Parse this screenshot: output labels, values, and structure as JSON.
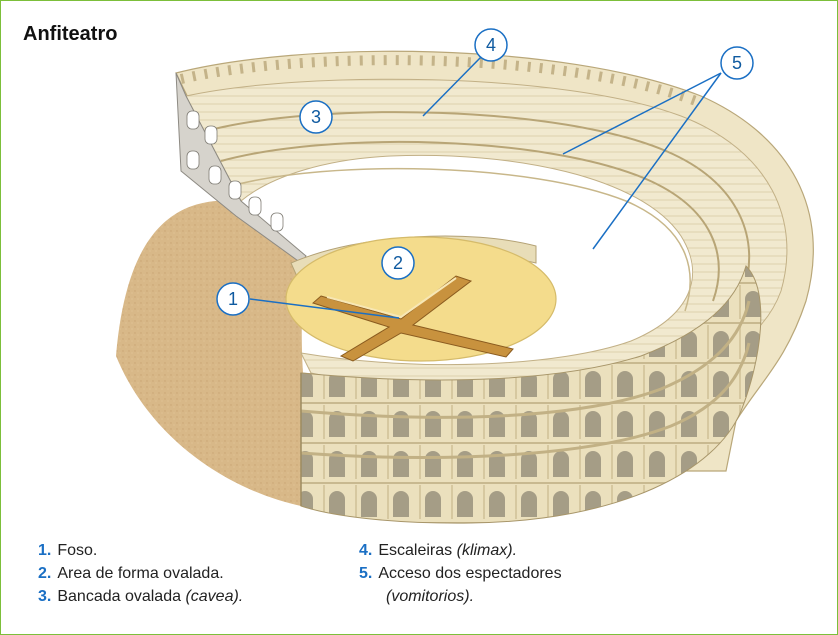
{
  "title": "Anfiteatro",
  "callouts": [
    {
      "number": "1"
    },
    {
      "number": "2"
    },
    {
      "number": "3"
    },
    {
      "number": "4"
    },
    {
      "number": "5"
    }
  ],
  "legend": [
    {
      "number": "1.",
      "text": "Foso.",
      "italic": ""
    },
    {
      "number": "2.",
      "text": "Area de forma ovalada.",
      "italic": ""
    },
    {
      "number": "3.",
      "text": "Bancada ovalada",
      "italic": "(cavea)."
    },
    {
      "number": "4.",
      "text": "Escaleiras",
      "italic": "(klimax)."
    },
    {
      "number": "5.",
      "text": "Acceso dos espectadores",
      "italic": "(vomitorios)."
    }
  ],
  "colors": {
    "frame_border": "#7cbf3a",
    "callout_stroke": "#1a6fc4",
    "legend_number": "#1a6fc4",
    "stone": "#efe6c8",
    "sand_ground": "#d9b98a",
    "arena": "#f3dc8e"
  }
}
